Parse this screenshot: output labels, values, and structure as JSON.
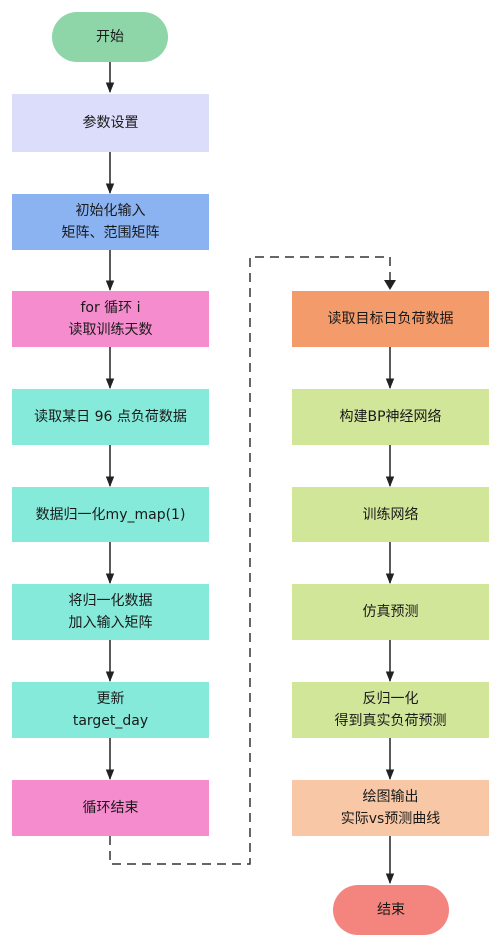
{
  "colors": {
    "terminal_start": "#8ed6a8",
    "terminal_end": "#f4857e",
    "lavender": "#dcdcfb",
    "blue": "#8bb3f2",
    "pink": "#f48ccd",
    "teal": "#86eadb",
    "orange": "#f39b6b",
    "green": "#d2e69a",
    "peach": "#f8c7a6"
  },
  "nodes": {
    "start": {
      "text": "开始"
    },
    "param_setup": {
      "text": "参数设置"
    },
    "init_input": {
      "line1": "初始化输入",
      "line2": "矩阵、范围矩阵"
    },
    "for_loop": {
      "line1": "for 循环 i",
      "line2": "读取训练天数"
    },
    "read_day": {
      "text": "读取某日 96 点负荷数据"
    },
    "normalize": {
      "text": "数据归一化my_map(1)"
    },
    "add_matrix": {
      "line1": "将归一化数据",
      "line2": "加入输入矩阵"
    },
    "update": {
      "line1": "更新",
      "line2": "target_day"
    },
    "loop_end": {
      "text": "循环结束"
    },
    "read_target": {
      "text": "读取目标日负荷数据"
    },
    "build_bp": {
      "text": "构建BP神经网络"
    },
    "train": {
      "text": "训练网络"
    },
    "simulate": {
      "text": "仿真预测"
    },
    "denormalize": {
      "line1": "反归一化",
      "line2": "得到真实负荷预测"
    },
    "plot": {
      "line1": "绘图输出",
      "line2": "实际vs预测曲线"
    },
    "end": {
      "text": "结束"
    }
  }
}
